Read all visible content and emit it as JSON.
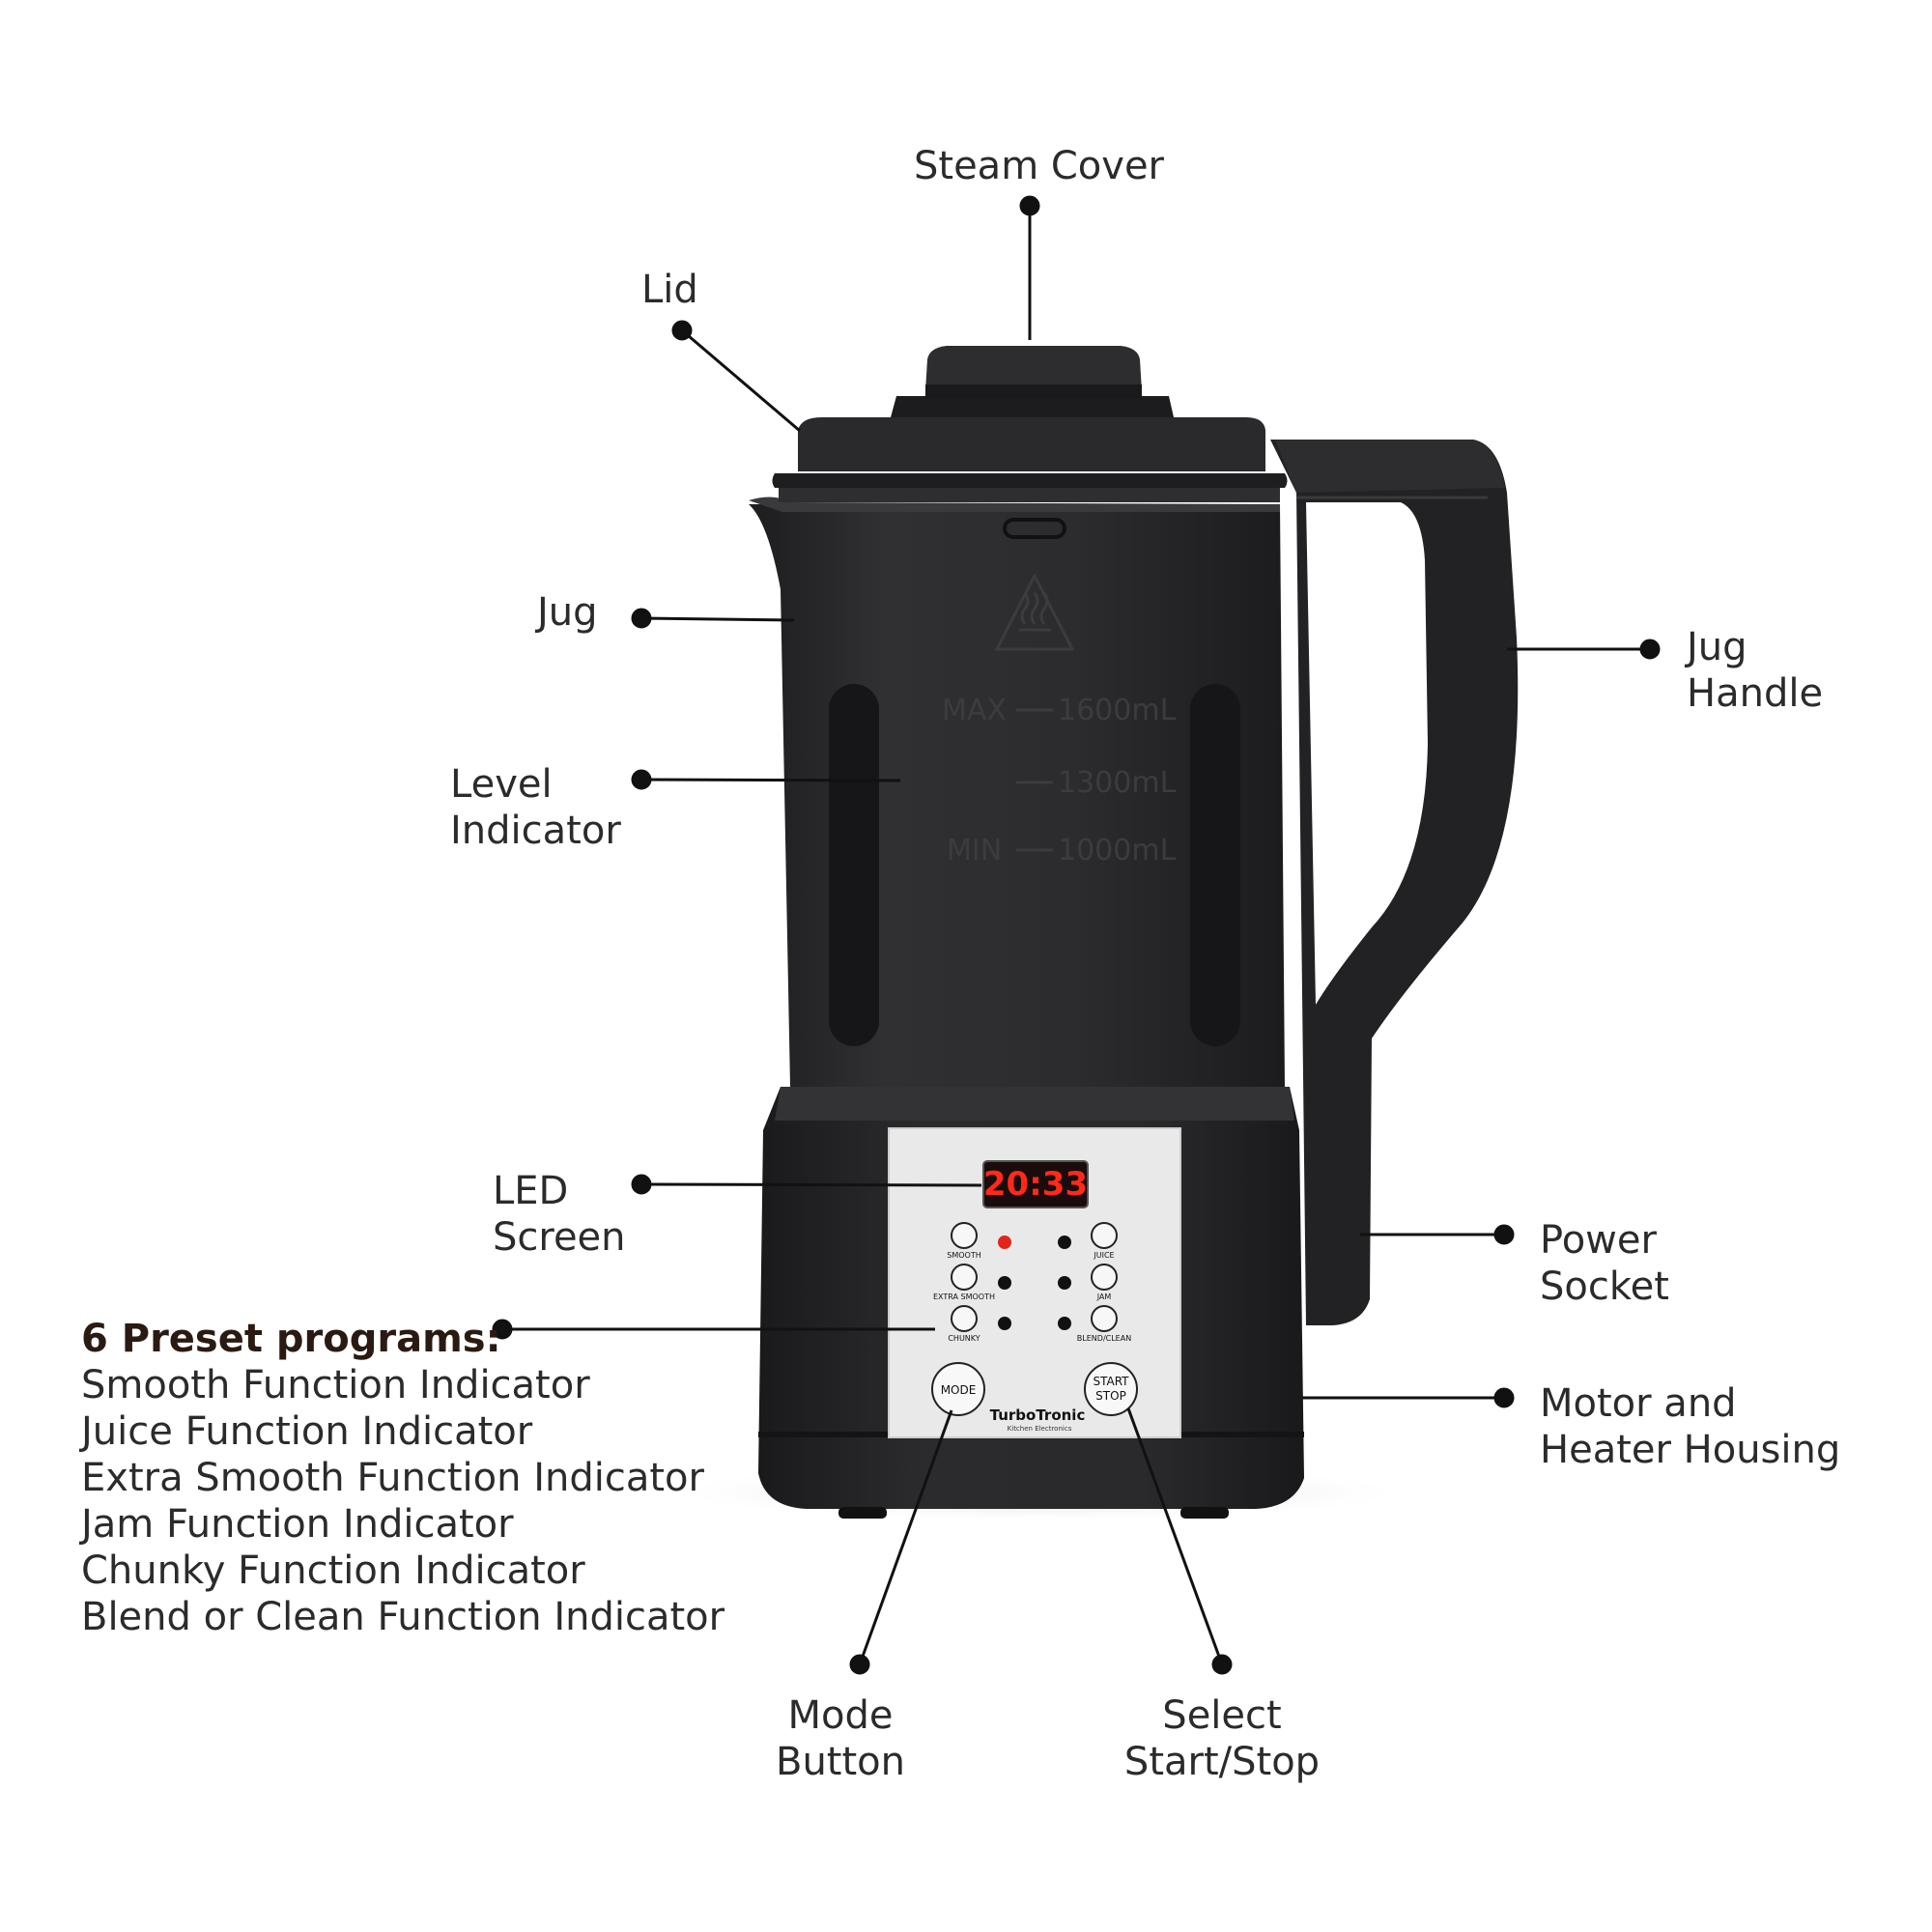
{
  "labels": {
    "steam_cover": "Steam Cover",
    "lid": "Lid",
    "jug": "Jug",
    "jug_handle": [
      "Jug",
      "Handle"
    ],
    "level_indicator": [
      "Level",
      "Indicator"
    ],
    "led_screen": [
      "LED",
      "Screen"
    ],
    "power_socket": [
      "Power",
      "Socket"
    ],
    "motor_housing": [
      "Motor and",
      "Heater Housing"
    ],
    "mode_button": [
      "Mode",
      "Button"
    ],
    "select_start_stop": [
      "Select",
      "Start/Stop"
    ]
  },
  "presets": {
    "heading": "6 Preset programs:",
    "items": [
      "Smooth Function Indicator",
      "Juice Function Indicator",
      "Extra Smooth Function Indicator",
      "Jam Function Indicator",
      "Chunky Function Indicator",
      "Blend or Clean Function Indicator"
    ]
  },
  "jug_markings": {
    "max": "MAX",
    "min": "MIN",
    "v1600": "1600mL",
    "v1300": "1300mL",
    "v1000": "1000mL"
  },
  "panel": {
    "display": "20:33",
    "programs": [
      "SMOOTH",
      "JUICE",
      "EXTRA SMOOTH",
      "JAM",
      "CHUNKY",
      "BLEND/CLEAN"
    ],
    "mode_btn": "MODE",
    "start_btn": [
      "START",
      "STOP"
    ],
    "brand": "TurboTronic",
    "brand_sub": "Kitchen Electronics",
    "active_indicator": "SMOOTH"
  },
  "colors": {
    "body": "#2c2c2e",
    "body_dark": "#1f1f21",
    "panel": "#ececec",
    "led": "#ff2a1a",
    "indicator_on": "#e3241b"
  },
  "icons": {
    "heat_warning": "hot-surface-warning-icon"
  }
}
